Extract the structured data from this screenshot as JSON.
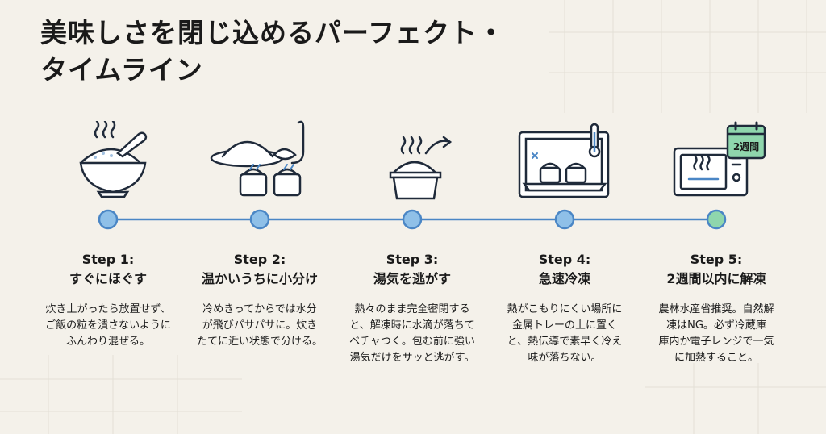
{
  "title": {
    "line1": "美味しさを閉じ込めるパーフェクト・",
    "line2": "タイムライン"
  },
  "colors": {
    "line": "#4a86c5",
    "dot_fill": "#8fc0e8",
    "dot_last_fill": "#8fd6ad",
    "icon_stroke": "#1f2a3a",
    "accent": "#3a74b8",
    "calendar_green": "#8fd6ad"
  },
  "steps": [
    {
      "label": "Step 1:",
      "title": "すぐにほぐす",
      "body": "炊き上がったら放置せず、\nご飯の粒を潰さないように\nふんわり混ぜる。",
      "icon": "rice-bowl-steam-icon"
    },
    {
      "label": "Step 2:",
      "title": "温かいうちに小分け",
      "body": "冷めきってからでは水分\nが飛びパサパサに。炊き\nたてに近い状態で分ける。",
      "icon": "rice-portioning-icon"
    },
    {
      "label": "Step 3:",
      "title": "湯気を逃がす",
      "body": "熱々のまま完全密閉する\nと、解凍時に水滴が落ちて\nベチャつく。包む前に強い\n湯気だけをサッと逃がす。",
      "icon": "steam-escape-icon"
    },
    {
      "label": "Step 4:",
      "title": "急速冷凍",
      "body": "熱がこもりにくい場所に\n金属トレーの上に置く\nと、熱伝導で素早く冷え\n味が落ちない。",
      "icon": "freezer-tray-icon"
    },
    {
      "label": "Step 5:",
      "title": "2週間以内に解凍",
      "body": "農林水産省推奨。自然解\n凍はNG。必ず冷蔵庫\n庫内か電子レンジで一気\nに加熱すること。",
      "icon": "microwave-calendar-icon",
      "badge": "2週間"
    }
  ]
}
